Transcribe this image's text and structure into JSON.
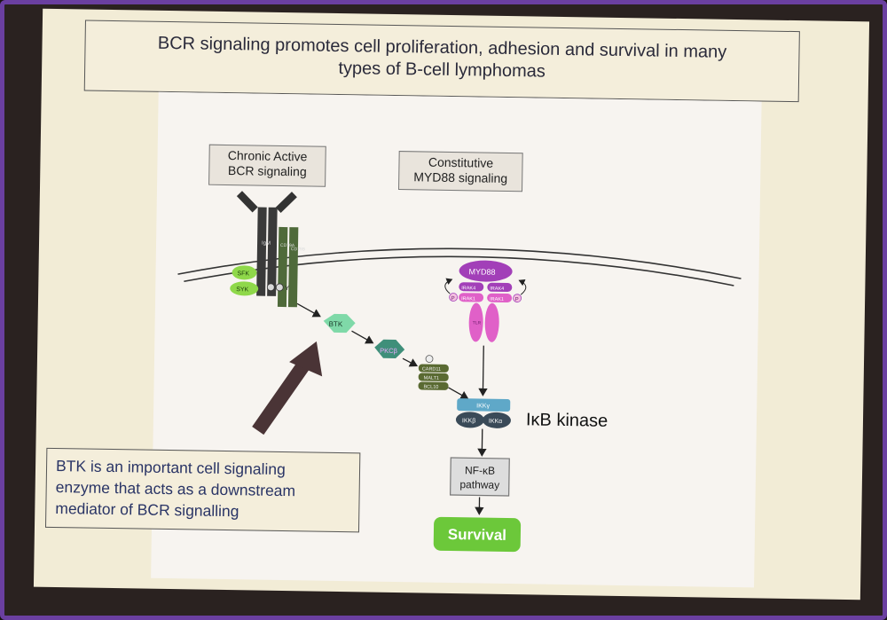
{
  "slide": {
    "title_line1": "BCR signaling promotes cell proliferation, adhesion and survival in many",
    "title_line2": "types of B-cell lymphomas",
    "callout_line1": "BTK is an important cell signaling",
    "callout_line2": "enzyme that acts as a downstream",
    "callout_line3": "mediator of BCR signalling"
  },
  "diagram": {
    "chronic_line1": "Chronic Active",
    "chronic_line2": "BCR signaling",
    "myd88_line1": "Constitutive",
    "myd88_line2": "MYD88 signaling",
    "sfk": "SFK",
    "syk": "SYK",
    "btk": "BTK",
    "pkc": "PKCβ",
    "card11": "CARD11",
    "malt1": "MALT1",
    "bcl10": "BCL10",
    "myd88": "MYD88",
    "irak4": "IRAK4",
    "irak1": "IRAK1",
    "ikk_gamma": "IKKγ",
    "ikk_beta": "IKKβ",
    "ikk_alpha": "IKKα",
    "ikb_kinase": "IκB kinase",
    "nfkb_line1": "NF-κB",
    "nfkb_line2": "pathway",
    "survival": "Survival",
    "phospho": "P",
    "tyr": "Y",
    "igm": "IgM",
    "cd79a": "CD79A",
    "cd79b": "CD79B",
    "tlr": "TLR"
  },
  "colors": {
    "frame": "#6a3fa0",
    "slide_bg": "#f2ecd6",
    "myd88_purple": "#a23fb8",
    "irak_magenta": "#e060c8",
    "btk_green": "#7fd9a8",
    "pkc_teal": "#3f8f7a",
    "cbm_olive": "#5a6a32",
    "ikk_blue": "#5fa8c8",
    "ikk_dark": "#3a4a58",
    "survival_green": "#6cc83a",
    "callout_arrow": "#4a3436"
  }
}
